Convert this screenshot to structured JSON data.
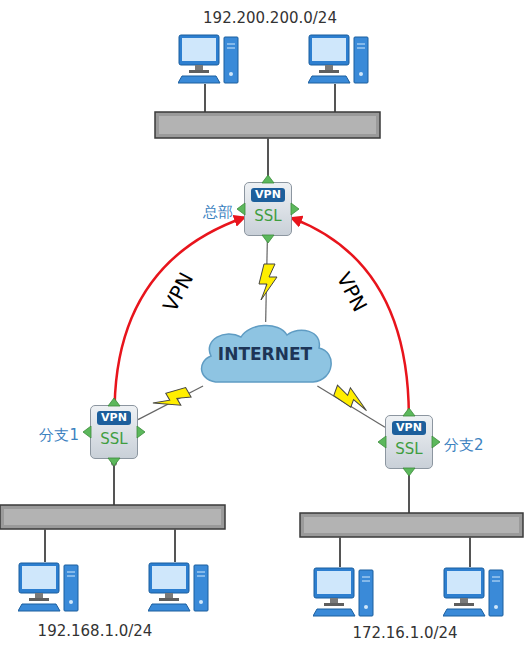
{
  "diagram": {
    "nodes": [
      {
        "text": [
          "总部",
          "VPN",
          "SSL"
        ]
      },
      {
        "text": [
          "INTERNET"
        ]
      },
      {
        "text": [
          "分支1",
          "VPN",
          "SSL"
        ]
      },
      {
        "text": [
          "分支2",
          "VPN",
          "SSL"
        ]
      }
    ],
    "edges": [
      {
        "from": 0,
        "to": 1,
        "arrow": "none"
      },
      {
        "from": 2,
        "to": 0,
        "arrow": "to",
        "label": "VPN"
      },
      {
        "from": 3,
        "to": 0,
        "arrow": "to",
        "label": "VPN"
      },
      {
        "from": 2,
        "to": 1,
        "arrow": "none"
      },
      {
        "from": 3,
        "to": 1,
        "arrow": "none"
      }
    ],
    "labels": [
      "192.200.200.0/24",
      "192.168.1.0/24",
      "172.16.1.0/24"
    ]
  }
}
